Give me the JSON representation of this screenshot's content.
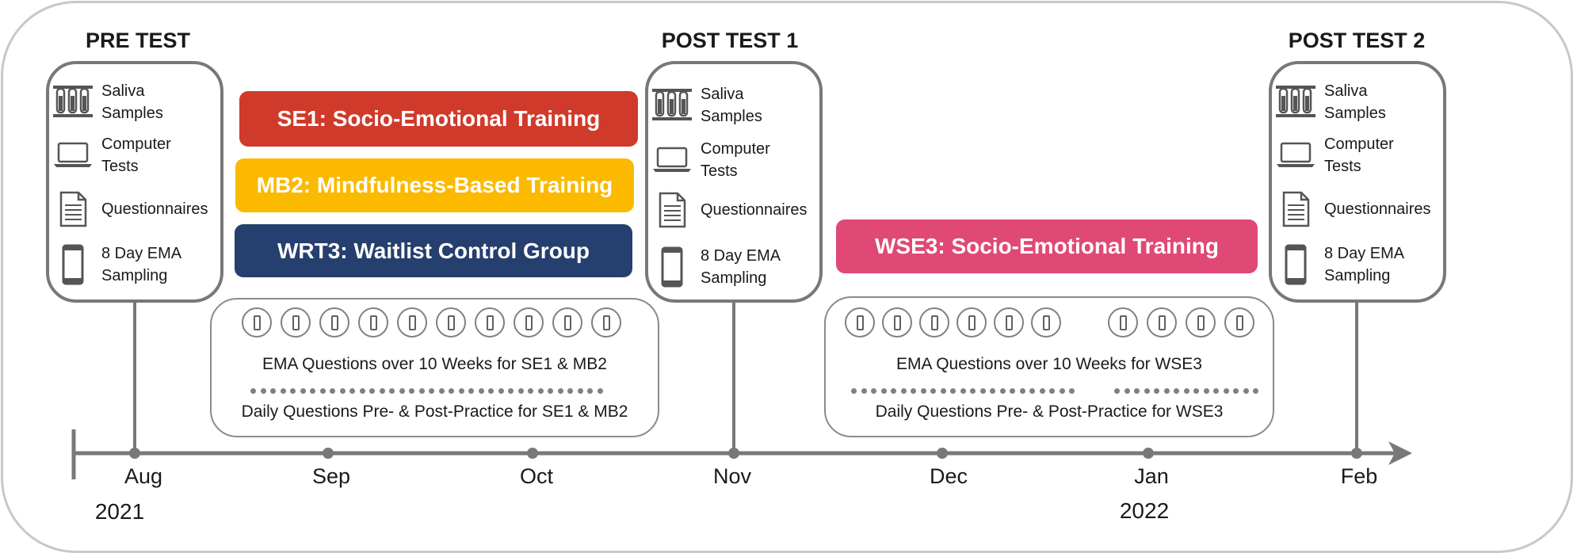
{
  "stages": [
    {
      "title": "PRE TEST"
    },
    {
      "title": "POST TEST 1"
    },
    {
      "title": "POST TEST 2"
    }
  ],
  "measures": [
    {
      "label": "Saliva\nSamples",
      "icon": "test-tubes-icon"
    },
    {
      "label": "Computer\nTests",
      "icon": "laptop-icon"
    },
    {
      "label": "Questionnaires",
      "icon": "document-icon"
    },
    {
      "label": "8 Day EMA\nSampling",
      "icon": "smartphone-icon"
    }
  ],
  "trainings": [
    {
      "label": "SE1: Socio-Emotional Training",
      "color": "#d03a2b"
    },
    {
      "label": "MB2: Mindfulness-Based Training",
      "color": "#fbb900"
    },
    {
      "label": "WRT3: Waitlist Control Group",
      "color": "#253f6e"
    },
    {
      "label": "WSE3: Socio-Emotional Training",
      "color": "#e04876"
    }
  ],
  "ema": [
    {
      "line1": "EMA Questions over 10 Weeks for SE1 & MB2",
      "line2": "Daily Questions Pre- & Post-Practice for SE1 & MB2"
    },
    {
      "line1": "EMA Questions over 10 Weeks for WSE3",
      "line2": "Daily Questions Pre- & Post-Practice for WSE3"
    }
  ],
  "timeline": {
    "months": [
      "Aug",
      "Sep",
      "Oct",
      "Nov",
      "Dec",
      "Jan",
      "Feb"
    ],
    "years": [
      "2021",
      "2022"
    ]
  },
  "colors": {
    "axis": "#787878",
    "border": "#787878",
    "frame": "#c8c8c8"
  }
}
